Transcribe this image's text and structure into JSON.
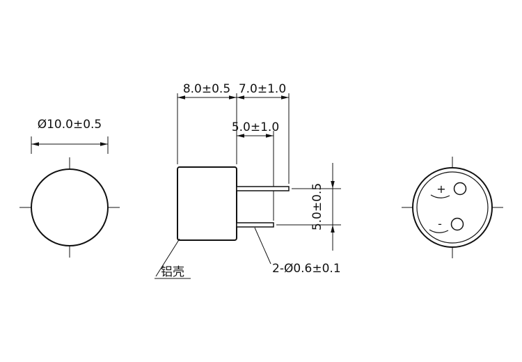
{
  "colors": {
    "line": "#111111",
    "background": "#ffffff"
  },
  "left_view": {
    "diameter": "Ø10.0±0.5"
  },
  "front_view": {
    "body_width": "8.0±0.5",
    "lead_length_long": "7.0±1.0",
    "lead_length_short": "5.0±1.0",
    "lead_pitch": "5.0±0.5",
    "shell_label": "铝壳",
    "lead_diameter": "2-Ø0.6±0.1"
  },
  "rear_view": {
    "positive": "+",
    "negative": "-"
  }
}
